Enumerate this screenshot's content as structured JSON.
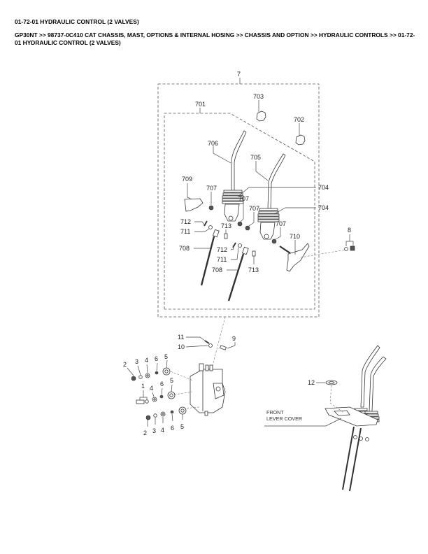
{
  "header": {
    "title": "01-72-01 HYDRAULIC CONTROL (2 VALVES)",
    "breadcrumb": "GP30NT >> 98737-0C410 CAT CHASSIS, MAST, OPTIONS & INTERNAL HOSING >> CHASSIS AND OPTION >> HYDRAULIC CONTROLS >> 01-72-01 HYDRAULIC CONTROL (2 VALVES)"
  },
  "diagram": {
    "callouts": {
      "c7": "7",
      "c701": "701",
      "c702": "702",
      "c703": "703",
      "c704a": "704",
      "c704b": "704",
      "c705": "705",
      "c706": "706",
      "c707a": "707",
      "c707b": "707",
      "c707c": "707",
      "c707d": "707",
      "c708a": "708",
      "c708b": "708",
      "c709": "709",
      "c710": "710",
      "c711a": "711",
      "c711b": "711",
      "c712a": "712",
      "c712b": "712",
      "c713a": "713",
      "c713b": "713",
      "c8": "8",
      "c9": "9",
      "c10": "10",
      "c11": "11",
      "c12": "12",
      "c1": "1",
      "c2a": "2",
      "c2b": "2",
      "c3a": "3",
      "c3b": "3",
      "c4a": "4",
      "c4b": "4",
      "c4c": "4",
      "c5a": "5",
      "c5b": "5",
      "c5c": "5",
      "c6a": "6",
      "c6b": "6",
      "c6c": "6"
    },
    "note_line1": "FRONT",
    "note_line2": "LEVER COVER"
  }
}
